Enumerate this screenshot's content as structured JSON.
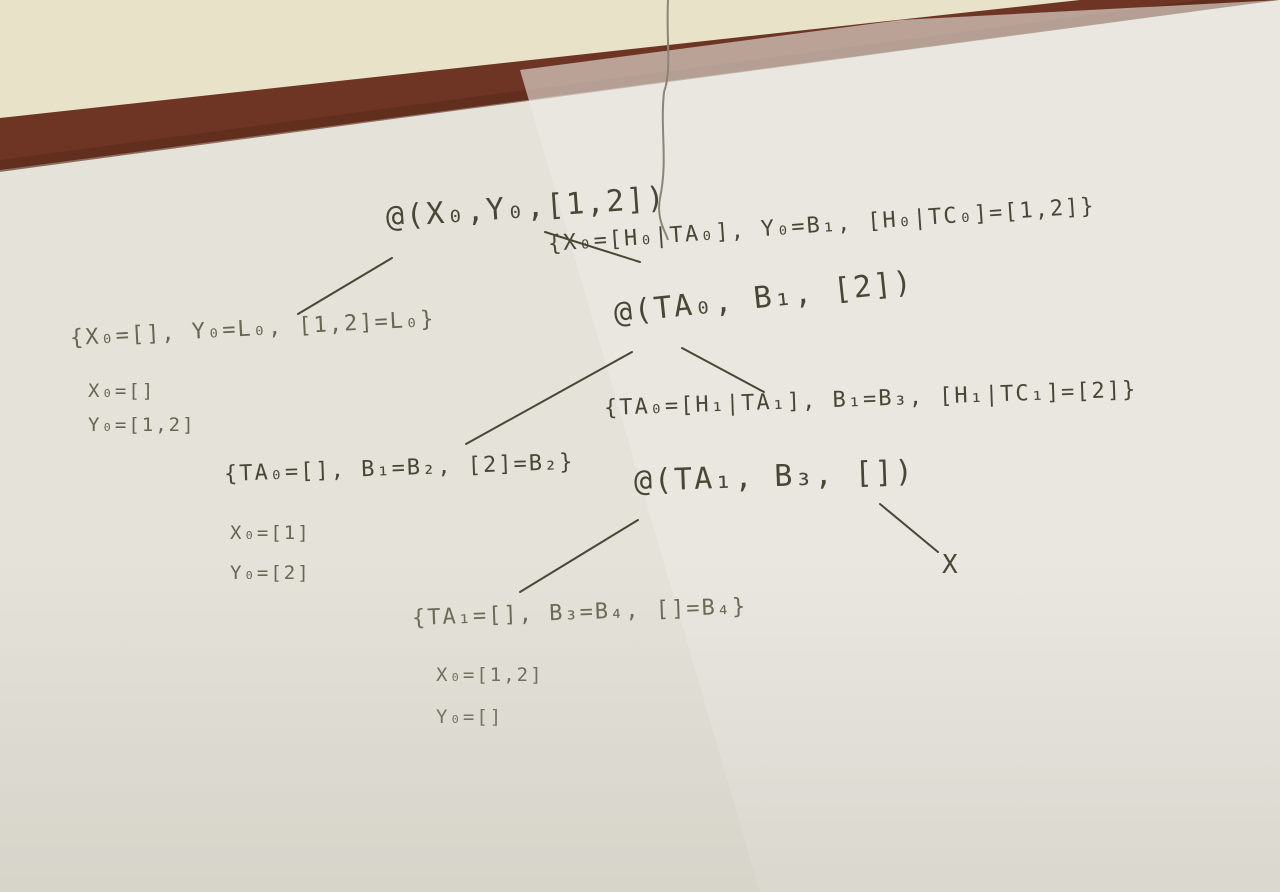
{
  "nodes": {
    "root": "@(X₀,Y₀,[1,2])",
    "n1": "@(TA₀, B₁, [2])",
    "n2": "@(TA₁, B₃, [])",
    "fail": "X"
  },
  "unifiers": {
    "left": "{X₀=[], Y₀=L₀, [1,2]=L₀}",
    "right_top": "{X₀=[H₀|TA₀], Y₀=B₁, [H₀|TC₀]=[1,2]}",
    "mid_left": "{TA₀=[], B₁=B₂, [2]=B₂}",
    "mid_right": "{TA₀=[H₁|TA₁], B₁=B₃, [H₁|TC₁]=[2]}",
    "bottom": "{TA₁=[], B₃=B₄, []=B₄}"
  },
  "results": {
    "left_x": "X₀=[]",
    "left_y": "Y₀=[1,2]",
    "mid_x": "X₀=[1]",
    "mid_y": "Y₀=[2]",
    "bottom_x": "X₀=[1,2]",
    "bottom_y": "Y₀=[]"
  },
  "colors": {
    "marker": "#4a4636",
    "board": "#e6e4dc",
    "frame": "#6e3524",
    "wall": "#e8e2c8"
  }
}
